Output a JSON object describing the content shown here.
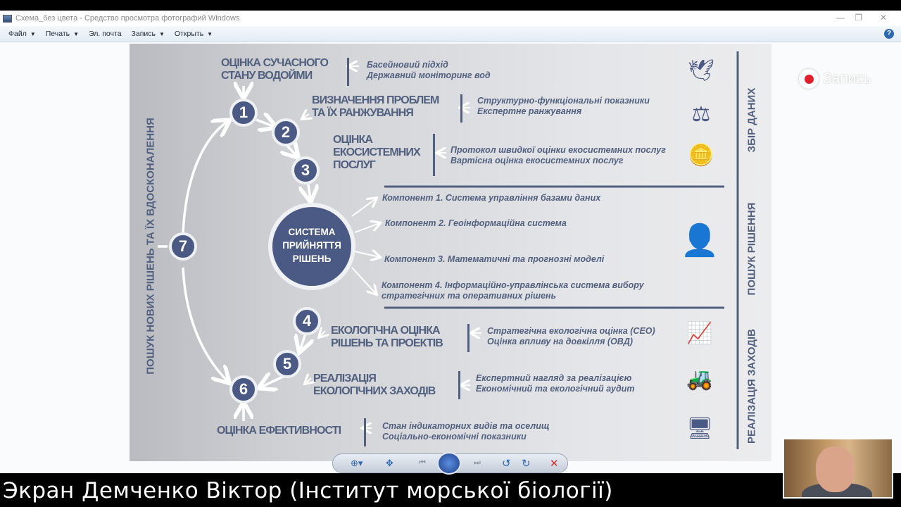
{
  "window": {
    "title": "Схема_без цвета - Средство просмотра фотографий Windows",
    "minimize": "—",
    "restore": "❐",
    "close": "✕"
  },
  "menu": [
    {
      "label": "Файл",
      "dropdown": true
    },
    {
      "label": "Печать",
      "dropdown": true
    },
    {
      "label": "Эл. почта",
      "dropdown": false
    },
    {
      "label": "Запись",
      "dropdown": true
    },
    {
      "label": "Открыть",
      "dropdown": true
    }
  ],
  "help": "?",
  "diagram": {
    "steps": [
      {
        "num": "1",
        "title": "ОЦІНКА СУЧАСНОГО\nСТАНУ ВОДОЙМИ",
        "items": [
          "Басейновий підхід",
          "Державний моніторинг вод"
        ]
      },
      {
        "num": "2",
        "title": "ВИЗНАЧЕННЯ ПРОБЛЕМ\nТА ЇХ РАНЖУВАННЯ",
        "items": [
          "Структурно-функціональні показники",
          "Експертне ранжування"
        ]
      },
      {
        "num": "3",
        "title": "ОЦІНКА\nЕКОСИСТЕМНИХ\nПОСЛУГ",
        "items": [
          "Протокол швидкої оцінки екосистемних послуг",
          "Вартісна оцінка екосистемних послуг"
        ]
      },
      {
        "num": "4",
        "title": "ЕКОЛОГІЧНА ОЦІНКА\nРІШЕНЬ ТА ПРОЕКТІВ",
        "items": [
          "Стратегічна екологічна оцінка (СЕО)",
          "Оцінка впливу на довкілля (ОВД)"
        ]
      },
      {
        "num": "5",
        "title": "РЕАЛІЗАЦІЯ\nЕКОЛОГІЧНИХ ЗАХОДІВ",
        "items": [
          "Експертний нагляд за реалізацією",
          "Економічний та екологічний аудит"
        ]
      },
      {
        "num": "6",
        "title": "ОЦІНКА ЕФЕКТИВНОСТІ",
        "items": [
          "Стан індикаторних видів та оселищ",
          "Соціально-економічні показники"
        ]
      },
      {
        "num": "7"
      }
    ],
    "center": "СИСТЕМА\nПРИЙНЯТТЯ\nРІШЕНЬ",
    "components": [
      "Компонент 1. Система управління базами даних",
      "Компонент 2. Геоінформаційна система",
      "Компонент 3. Математичні та прогнозні моделі",
      "Компонент 4. Інформаційно-управлінська система вибору",
      "стратегічних та оперативних рішень"
    ],
    "left_label": "ПОШУК НОВИХ РІШЕНЬ ТА ЇХ ВДОСКОНАЛЕННЯ",
    "phases": [
      "ЗБІР ДАНИХ",
      "ПОШУК РІШЕННЯ",
      "РЕАЛІЗАЦІЯ ЗАХОДІВ"
    ],
    "colors": {
      "navy": "#4a5a84",
      "text": "#52607f"
    }
  },
  "record": {
    "label": "Запись"
  },
  "caption": "Экран Демченко Віктор (Інститут морської біології)"
}
